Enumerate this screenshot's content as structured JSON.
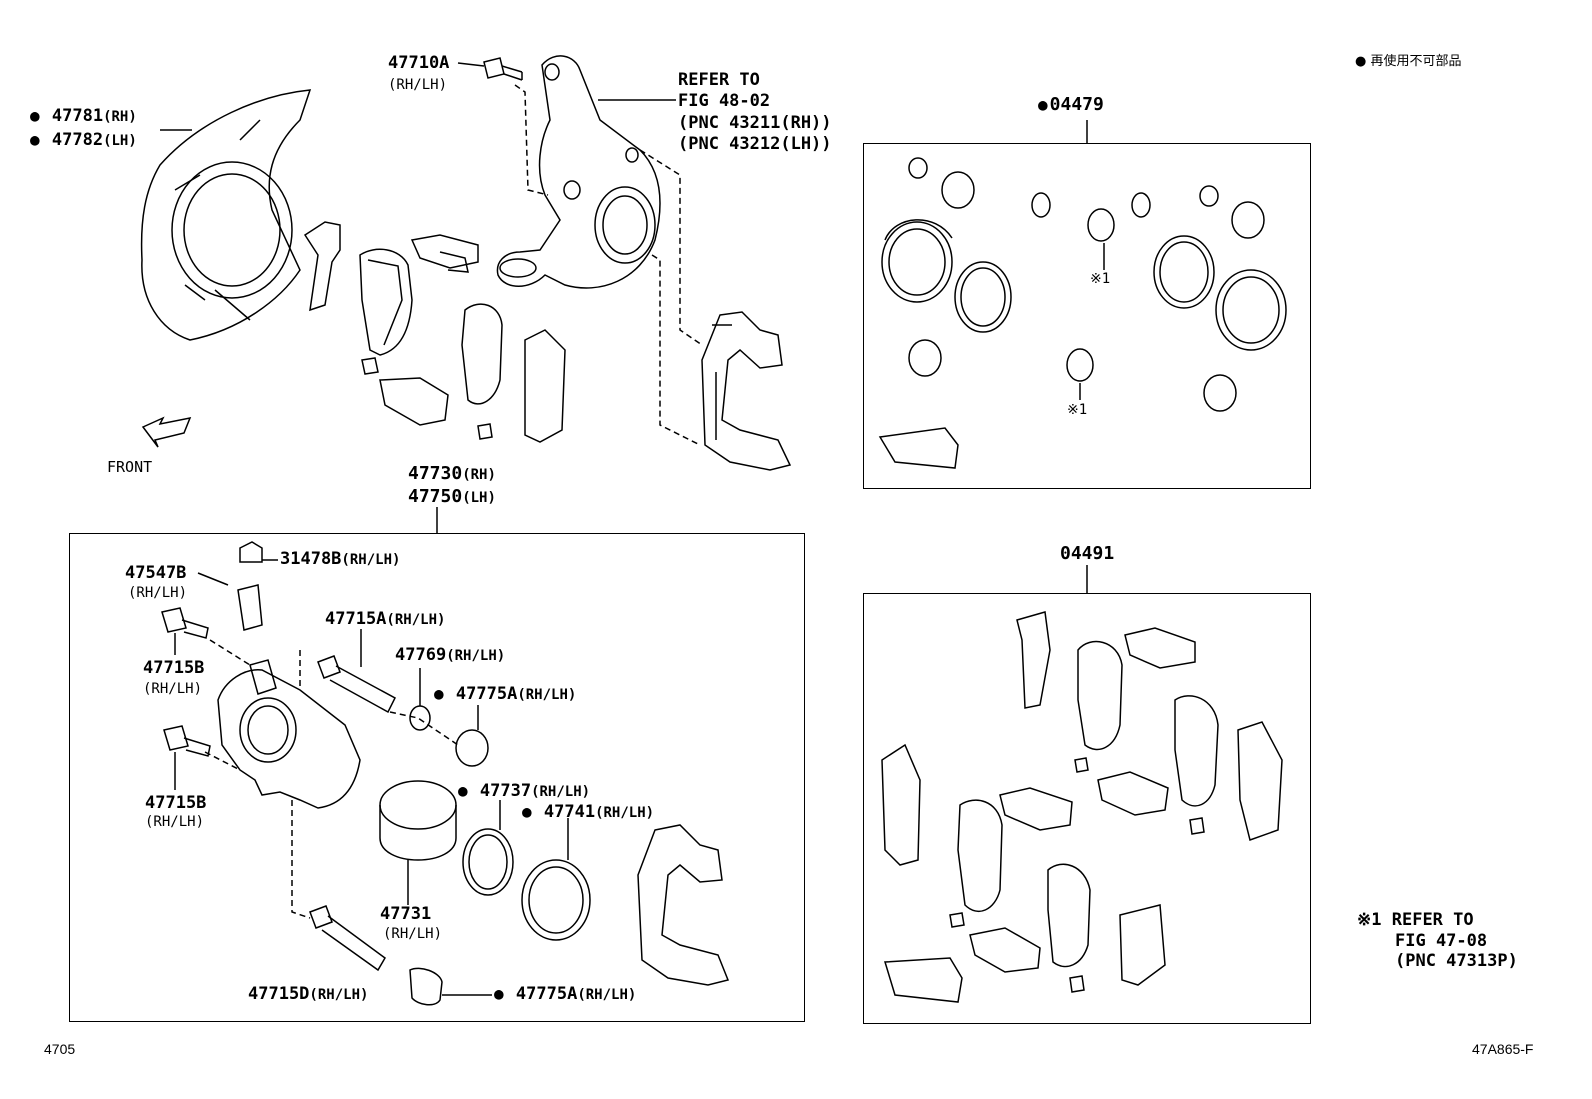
{
  "legend": {
    "symbol": "●",
    "text": "再使用不可部品"
  },
  "direction": {
    "label": "FRONT"
  },
  "upper": {
    "p47710A": {
      "num": "47710A",
      "side": "(RH/LH)"
    },
    "p47781": {
      "num": "47781",
      "side": "(RH)"
    },
    "p47782": {
      "num": "47782",
      "side": "(LH)"
    },
    "refer": {
      "l1": "REFER TO",
      "l2": "FIG 48-02",
      "l3": "(PNC 43211(RH))",
      "l4": "(PNC 43212(LH))"
    },
    "assy": {
      "rh": "47730",
      "rh_side": "(RH)",
      "lh": "47750",
      "lh_side": "(LH)"
    }
  },
  "kit04479": {
    "num": "04479",
    "note1": "※1",
    "note2": "※1"
  },
  "kit04491": {
    "num": "04491"
  },
  "caliper": {
    "p31478B": {
      "num": "31478B",
      "side": "(RH/LH)"
    },
    "p47547B": {
      "num": "47547B",
      "side": "(RH/LH)"
    },
    "p47715B_1": {
      "num": "47715B",
      "side": "(RH/LH)"
    },
    "p47715B_2": {
      "num": "47715B",
      "side": "(RH/LH)"
    },
    "p47715A": {
      "num": "47715A",
      "side": "(RH/LH)"
    },
    "p47769": {
      "num": "47769",
      "side": "(RH/LH)"
    },
    "p47775A_1": {
      "num": "47775A",
      "side": "(RH/LH)"
    },
    "p47737": {
      "num": "47737",
      "side": "(RH/LH)"
    },
    "p47741": {
      "num": "47741",
      "side": "(RH/LH)"
    },
    "p47731": {
      "num": "47731",
      "side": "(RH/LH)"
    },
    "p47715D": {
      "num": "47715D",
      "side": "(RH/LH)"
    },
    "p47775A_2": {
      "num": "47775A",
      "side": "(RH/LH)"
    }
  },
  "footnote": {
    "mark": "※1",
    "l1": "REFER TO",
    "l2": "FIG 47-08",
    "l3": "(PNC 47313P)"
  },
  "footer": {
    "left": "4705",
    "right": "47A865-F"
  }
}
